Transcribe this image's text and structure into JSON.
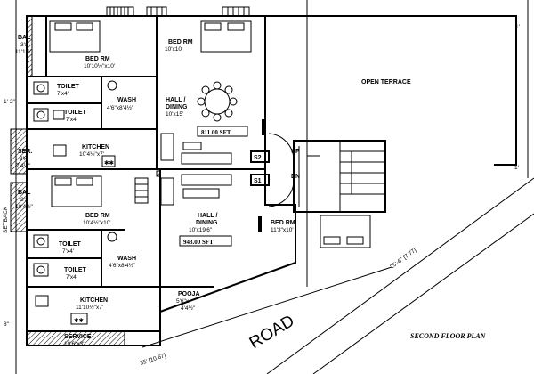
{
  "title": "SECOND FLOOR PLAN",
  "road_label": "ROAD",
  "plot_dims": {
    "front": "35' [10.67]",
    "side": "25'-6\" [7.77]"
  },
  "units": {
    "upper": {
      "area": "811.00 SFT",
      "rooms": {
        "bal": {
          "name": "BAL",
          "size_a": "3'x",
          "size_b": "11'1½\""
        },
        "bed_left": {
          "name": "BED RM",
          "size": "10'10½\"x10'"
        },
        "bed_right": {
          "name": "BED RM",
          "size": "10'x10'"
        },
        "toilet1": {
          "name": "TOILET",
          "size": "7'x4'"
        },
        "toilet2": {
          "name": "TOILET",
          "size": "7'x4'"
        },
        "wash": {
          "name": "WASH",
          "size": "4'6\"x8'4½\""
        },
        "hall": {
          "name": "HALL /",
          "name2": "DINING",
          "size": "10'x15'"
        },
        "kitchen": {
          "name": "KITCHEN",
          "size": "10'4½\"x7'"
        },
        "ser": {
          "name": "SER.",
          "size_a": "3'x",
          "size_b": "7'4½\""
        }
      }
    },
    "lower": {
      "area": "943.00 SFT",
      "rooms": {
        "bal": {
          "name": "BAL",
          "size_a": "3'x",
          "size_b": "10'4½\""
        },
        "bed_left": {
          "name": "BED RM",
          "size": "10'4½\"x10'"
        },
        "toilet1": {
          "name": "TOILET",
          "size": "7'x4'"
        },
        "toilet2": {
          "name": "TOILET",
          "size": "7'x4'"
        },
        "wash": {
          "name": "WASH",
          "size": "4'6\"x8'4½\""
        },
        "hall": {
          "name": "HALL /",
          "name2": "DINING",
          "size": "10'x19'6\""
        },
        "bed_right": {
          "name": "BED RM",
          "size": "11'3\"x10'"
        },
        "kitchen": {
          "name": "KITCHEN",
          "size": "11'10½\"x7'"
        },
        "service": {
          "name": "SERVICE",
          "size": "10'6\"x3'"
        },
        "pooja": {
          "name": "POOJA",
          "size_a": "5'6\"x",
          "size_b": "4'4½\""
        }
      }
    }
  },
  "terrace": {
    "name": "OPEN TERRACE"
  },
  "stair": {
    "up": "UP",
    "dn": "DN",
    "s1": "S1",
    "s2": "S2"
  },
  "edge_marks": {
    "top_right": "1'",
    "left_a": "1'-2\"",
    "left_b": "8\"",
    "right_mid": "1'",
    "left_vertical": "SETBACK"
  }
}
